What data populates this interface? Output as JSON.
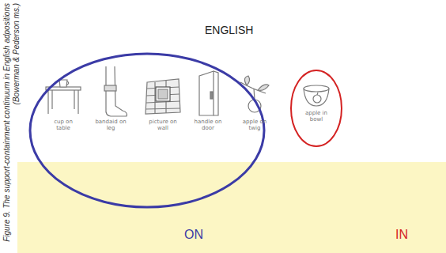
{
  "diagram": {
    "title": "ENGLISH",
    "caption": "Figure 9. The support-containment continuum in English adpositions (Bowerman & Pederson ms.)",
    "nodes": [
      {
        "text": [
          "cup on table",
          "bandaid on leg",
          "picture on wall",
          "handle on door",
          "apple on twig"
        ]
      },
      {
        "text": [
          "apple in bowl"
        ]
      }
    ],
    "labels": [
      "ON",
      "IN"
    ]
  }
}
